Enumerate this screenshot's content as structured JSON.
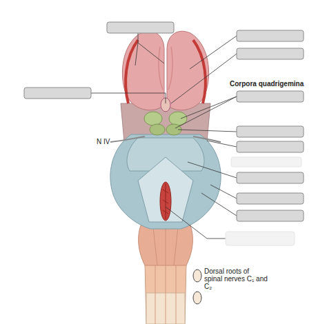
{
  "diagram": {
    "labels": [
      "Corpora quadrigemina",
      "N IV",
      "Dorsal roots of spinal nerves C₁ and C₂"
    ]
  }
}
